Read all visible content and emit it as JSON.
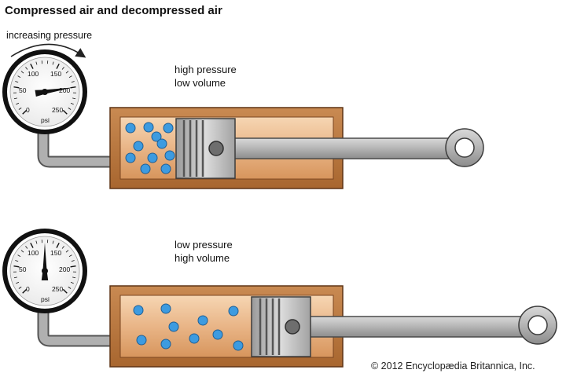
{
  "title": "Compressed air and decompressed air",
  "arrow_label": "increasing pressure",
  "top_state": {
    "line1": "high pressure",
    "line2": "low volume"
  },
  "bottom_state": {
    "line1": "low pressure",
    "line2": "high volume"
  },
  "gauge": {
    "ticks": [
      "0",
      "50",
      "100",
      "150",
      "200",
      "250"
    ],
    "unit": "psi",
    "top_reading_psi": 200,
    "bottom_reading_psi": 125
  },
  "copyright": "© 2012 Encyclopædia Britannica, Inc.",
  "colors": {
    "copper": "#c07a40",
    "copper_dark": "#8a4e22",
    "copper_light": "#f0c9a0",
    "steel": "#a8a8a8",
    "steel_dark": "#6a6a6a",
    "bubble": "#3d9be0",
    "needle": "#111111"
  },
  "icons": [
    "pressure-gauge-icon",
    "curved-arrow-icon",
    "piston-icon",
    "eye-ring-icon"
  ]
}
